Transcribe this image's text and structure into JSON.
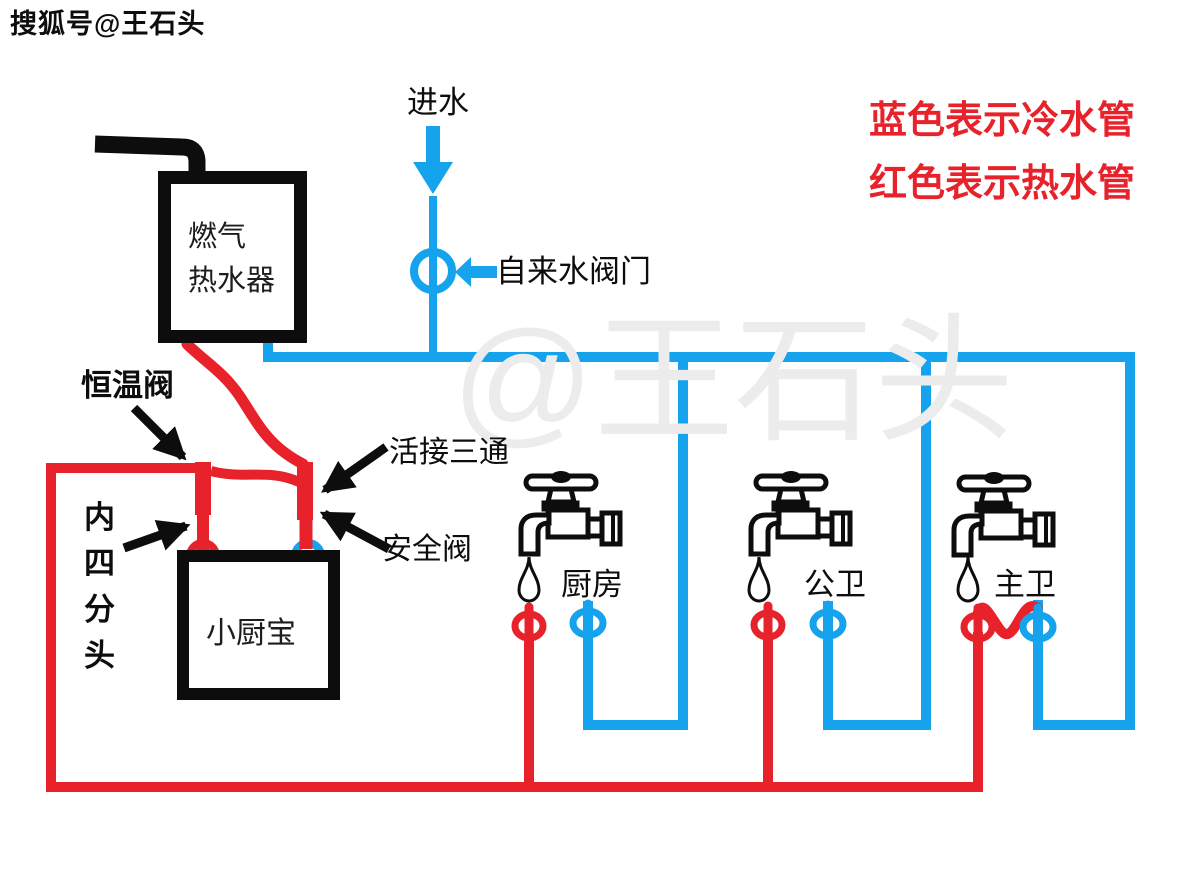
{
  "brand": "搜狐号@王石头",
  "watermark": "@王石头",
  "legend": {
    "cold_note": "蓝色表示冷水管",
    "hot_note": "红色表示热水管"
  },
  "components": {
    "water_inlet": "进水",
    "tap_water_valve": "自来水阀门",
    "thermostatic_valve": "恒温阀",
    "union_tee": "活接三通",
    "safety_valve": "安全阀",
    "inner_half_inch_fitting": "内四分头",
    "gas_water_heater_line1": "燃气",
    "gas_water_heater_line2": "热水器",
    "mini_kitchen_heater": "小厨宝"
  },
  "fixtures": {
    "kitchen": "厨房",
    "public_bathroom": "公卫",
    "master_bathroom": "主卫"
  },
  "colors": {
    "cold_pipe": "#14A3EC",
    "hot_pipe": "#E8222B",
    "watermark": "#ECECEC",
    "label_ink": "#0D0D0D",
    "legend_text": "#E8222B"
  }
}
